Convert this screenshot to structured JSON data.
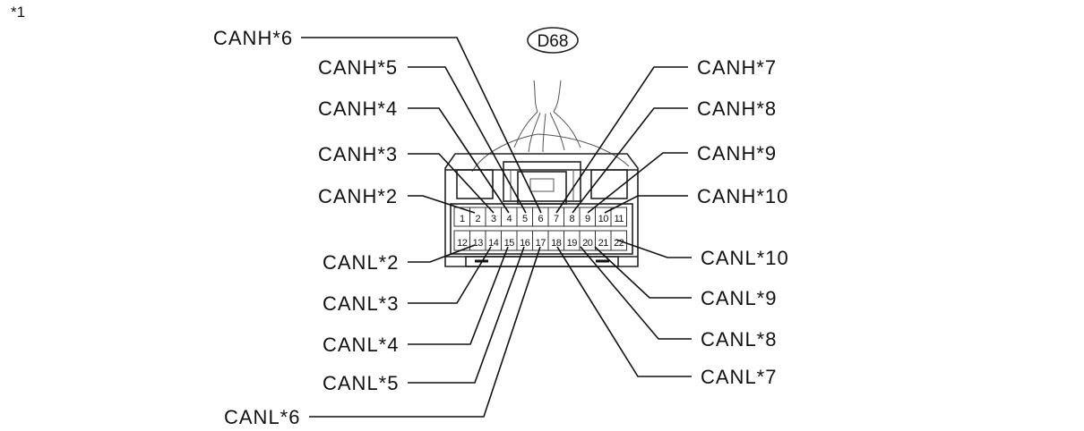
{
  "figure_ref": "*1",
  "connector": {
    "id": "D68",
    "pins_row1": [
      "1",
      "2",
      "3",
      "4",
      "5",
      "6",
      "7",
      "8",
      "9",
      "10",
      "11"
    ],
    "pins_row2": [
      "12",
      "13",
      "14",
      "15",
      "16",
      "17",
      "18",
      "19",
      "20",
      "21",
      "22"
    ]
  },
  "labels": {
    "canh_6": "CANH*6",
    "canh_5": "CANH*5",
    "canh_4": "CANH*4",
    "canh_3": "CANH*3",
    "canh_2": "CANH*2",
    "canh_7": "CANH*7",
    "canh_8": "CANH*8",
    "canh_9": "CANH*9",
    "canh_10": "CANH*10",
    "canl_2": "CANL*2",
    "canl_3": "CANL*3",
    "canl_4": "CANL*4",
    "canl_5": "CANL*5",
    "canl_6": "CANL*6",
    "canl_10": "CANL*10",
    "canl_9": "CANL*9",
    "canl_8": "CANL*8",
    "canl_7": "CANL*7"
  }
}
